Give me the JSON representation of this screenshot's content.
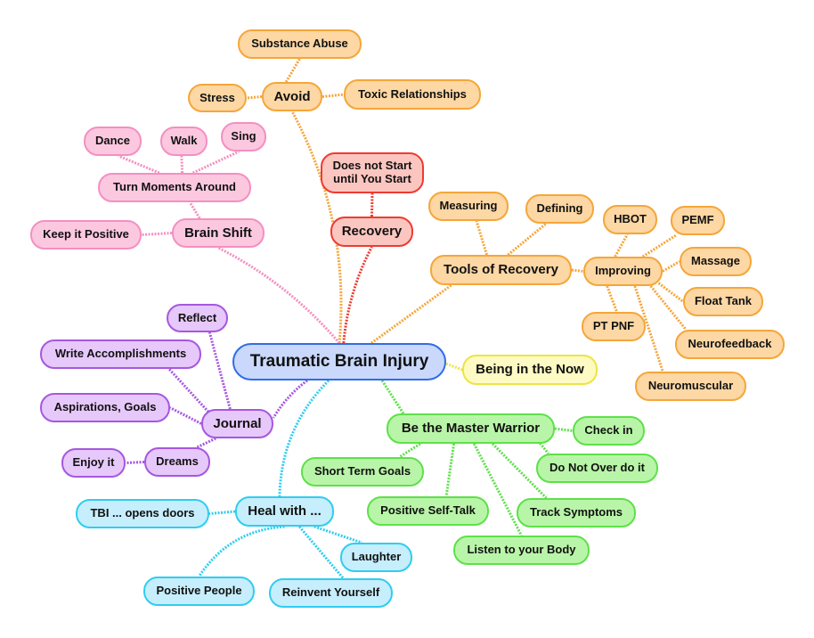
{
  "title": "Traumatic Brain Injury",
  "colors": {
    "orange": "#f5a63a",
    "pink": "#f48fc1",
    "red": "#ee3b31",
    "purple": "#a657e0",
    "blue": "#2f6de6",
    "yellow": "#ece443",
    "green": "#5ee04a",
    "cyan": "#2fcdf0"
  },
  "root": {
    "id": "root",
    "label": "Traumatic Brain Injury",
    "color": "blue"
  },
  "branches": [
    {
      "id": "avoid",
      "label": "Avoid",
      "color": "orange",
      "children": [
        {
          "id": "substance",
          "label": "Substance Abuse"
        },
        {
          "id": "stress",
          "label": "Stress"
        },
        {
          "id": "toxic",
          "label": "Toxic Relationships"
        }
      ]
    },
    {
      "id": "brainshift",
      "label": "Brain Shift",
      "color": "pink",
      "children": [
        {
          "id": "turn",
          "label": "Turn Moments Around",
          "children": [
            {
              "id": "dance",
              "label": "Dance"
            },
            {
              "id": "walk",
              "label": "Walk"
            },
            {
              "id": "sing",
              "label": "Sing"
            }
          ]
        },
        {
          "id": "keep",
          "label": "Keep it Positive"
        }
      ]
    },
    {
      "id": "recovery",
      "label": "Recovery",
      "color": "red",
      "children": [
        {
          "id": "doesnot",
          "label": "Does not Start until You Start"
        }
      ]
    },
    {
      "id": "tools",
      "label": "Tools of Recovery",
      "color": "orange",
      "children": [
        {
          "id": "measuring",
          "label": "Measuring"
        },
        {
          "id": "defining",
          "label": "Defining"
        },
        {
          "id": "improving",
          "label": "Improving",
          "children": [
            {
              "id": "hbot",
              "label": "HBOT"
            },
            {
              "id": "pemf",
              "label": "PEMF"
            },
            {
              "id": "massage",
              "label": "Massage"
            },
            {
              "id": "float",
              "label": "Float Tank"
            },
            {
              "id": "neurofeedback",
              "label": "Neurofeedback"
            },
            {
              "id": "neuromuscular",
              "label": "Neuromuscular"
            },
            {
              "id": "ptpnf",
              "label": "PT PNF"
            }
          ]
        }
      ]
    },
    {
      "id": "beingnow",
      "label": "Being in the Now",
      "color": "yellow",
      "children": []
    },
    {
      "id": "journal",
      "label": "Journal",
      "color": "purple",
      "children": [
        {
          "id": "reflect",
          "label": "Reflect"
        },
        {
          "id": "write",
          "label": "Write Accomplishments"
        },
        {
          "id": "aspirations",
          "label": "Aspirations, Goals"
        },
        {
          "id": "dreams",
          "label": "Dreams",
          "children": [
            {
              "id": "enjoy",
              "label": "Enjoy it"
            }
          ]
        }
      ]
    },
    {
      "id": "warrior",
      "label": "Be the Master Warrior",
      "color": "green",
      "children": [
        {
          "id": "checkin",
          "label": "Check in"
        },
        {
          "id": "overdo",
          "label": "Do Not Over do it"
        },
        {
          "id": "shortterm",
          "label": "Short Term Goals"
        },
        {
          "id": "selftalk",
          "label": "Positive Self-Talk"
        },
        {
          "id": "track",
          "label": "Track Symptoms"
        },
        {
          "id": "listen",
          "label": "Listen to your Body"
        }
      ]
    },
    {
      "id": "heal",
      "label": "Heal with ...",
      "color": "cyan",
      "children": [
        {
          "id": "tbi",
          "label": "TBI ... opens doors"
        },
        {
          "id": "laughter",
          "label": "Laughter"
        },
        {
          "id": "people",
          "label": "Positive People"
        },
        {
          "id": "reinvent",
          "label": "Reinvent Yourself"
        }
      ]
    }
  ]
}
